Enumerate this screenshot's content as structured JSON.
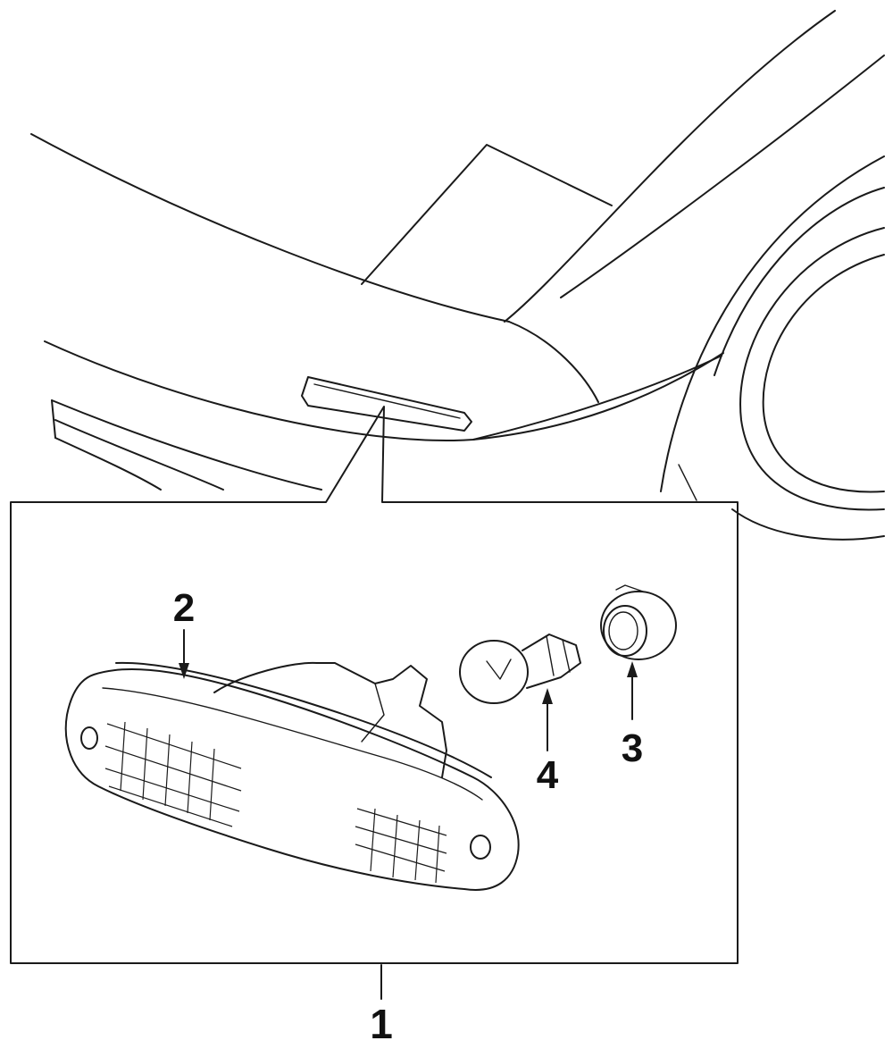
{
  "diagram": {
    "callouts": {
      "assembly": "1",
      "lens": "2",
      "socket": "3",
      "bulb": "4"
    },
    "colors": {
      "ink": "#1a1a1a",
      "background": "#ffffff"
    }
  }
}
